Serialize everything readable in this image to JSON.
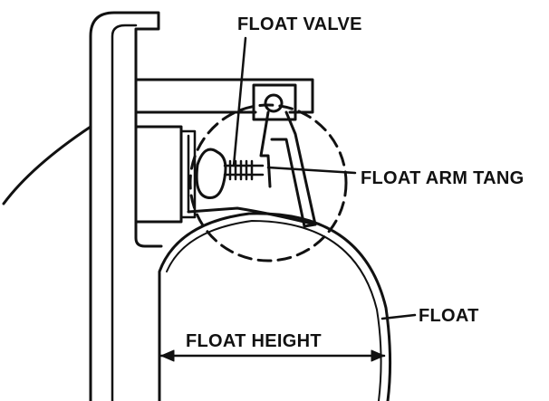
{
  "labels": {
    "float_valve": "FLOAT VALVE",
    "float_arm_tang": "FLOAT ARM TANG",
    "float": "FLOAT",
    "float_height": "FLOAT HEIGHT"
  },
  "colors": {
    "line": "#111111",
    "background": "#ffffff"
  }
}
